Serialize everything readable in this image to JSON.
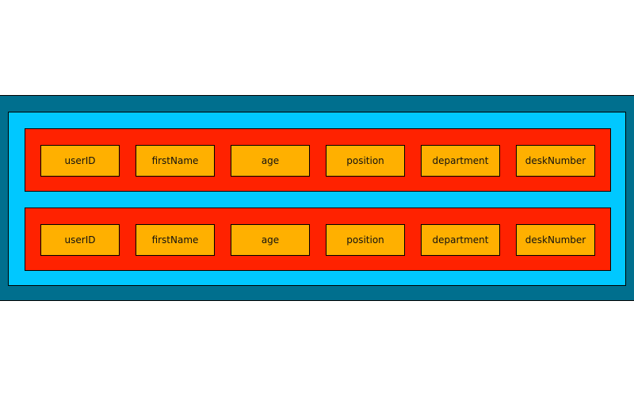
{
  "colors": {
    "outer_fill": "#006f8e",
    "inner_fill": "#00c8ff",
    "row_fill": "#ff2200",
    "cell_fill": "#ffb000"
  },
  "rows": [
    {
      "fields": [
        "userID",
        "firstName",
        "age",
        "position",
        "department",
        "deskNumber"
      ]
    },
    {
      "fields": [
        "userID",
        "firstName",
        "age",
        "position",
        "department",
        "deskNumber"
      ]
    }
  ]
}
